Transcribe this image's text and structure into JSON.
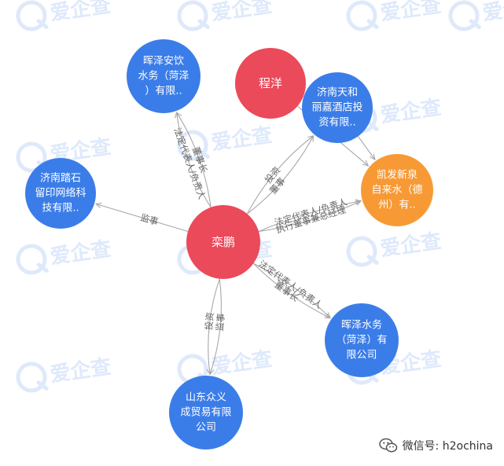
{
  "watermark": {
    "text": "爱企查"
  },
  "footer": {
    "credit_text": "微信号: h2ochina",
    "icon": "wechat-icon"
  },
  "colors": {
    "person": "#ea4a5a",
    "company": "#3b7de8",
    "highlight": "#f79a35",
    "edge": "#a8a8a8",
    "edge_label": "#666666"
  },
  "nodes": [
    {
      "id": "luanpeng",
      "type": "person",
      "lines": [
        "栾鹏"
      ]
    },
    {
      "id": "chengyang",
      "type": "person",
      "lines": [
        "程洋"
      ]
    },
    {
      "id": "huize_anyin",
      "type": "company",
      "lines": [
        "晖泽安饮",
        "水务（菏泽",
        "）有限.."
      ]
    },
    {
      "id": "jinan_tianhe",
      "type": "company",
      "lines": [
        "济南天和",
        "丽嘉酒店投",
        "资有限.."
      ]
    },
    {
      "id": "jinan_tashi",
      "type": "company",
      "lines": [
        "济南踏石",
        "留印网络科",
        "技有限.."
      ]
    },
    {
      "id": "kaifa_xinquan",
      "type": "highlight",
      "lines": [
        "凯发新泉",
        "自来水（德",
        "州）有.."
      ]
    },
    {
      "id": "huize_shuiwu",
      "type": "company",
      "lines": [
        "晖泽水务",
        "（菏泽）有",
        "限公司"
      ]
    },
    {
      "id": "shandong_zhongyi",
      "type": "company",
      "lines": [
        "山东众义",
        "成贸易有限",
        "公司"
      ]
    }
  ],
  "edges": [
    {
      "from": "luanpeng",
      "to": "huize_anyin",
      "labels": [
        "法定代表人/负责人",
        "董事长"
      ]
    },
    {
      "from": "luanpeng",
      "to": "jinan_tashi",
      "labels": [
        "监事"
      ]
    },
    {
      "from": "luanpeng",
      "to": "jinan_tianhe",
      "labels": [
        "董事",
        "投资"
      ]
    },
    {
      "from": "luanpeng",
      "to": "kaifa_xinquan",
      "labels": [
        "执行董事兼总经理",
        "法定代表人/负责人"
      ]
    },
    {
      "from": "luanpeng",
      "to": "huize_shuiwu",
      "labels": [
        "法定代表人/负责人",
        "董事长"
      ]
    },
    {
      "from": "luanpeng",
      "to": "shandong_zhongyi",
      "labels": [
        "投资",
        "监事"
      ]
    },
    {
      "from": "chengyang",
      "to": "kaifa_xinquan",
      "labels": []
    },
    {
      "from": "jinan_tianhe",
      "to": "kaifa_xinquan",
      "labels": []
    }
  ]
}
